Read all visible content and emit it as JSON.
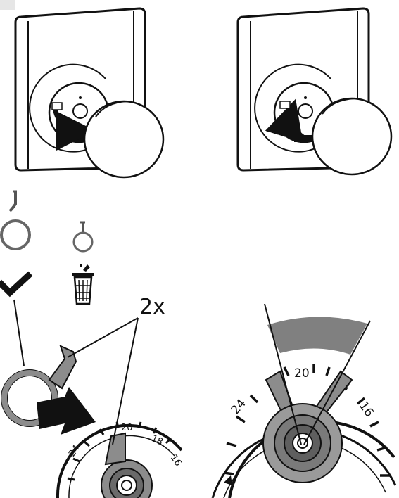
{
  "labels": {
    "repeat_count": "2x"
  },
  "dial_small": {
    "numbers": [
      "24",
      "20",
      "18",
      "16"
    ]
  },
  "dial_large": {
    "numbers": [
      "24",
      "20",
      "18",
      "16"
    ]
  },
  "icons": {
    "keep": "checkmark-icon",
    "discard": "trash-bin-icon"
  },
  "colors": {
    "line": "#111111",
    "ring_gray": "#8c8c8c",
    "wedge_gray": "#808080",
    "dark_gray": "#666666"
  }
}
